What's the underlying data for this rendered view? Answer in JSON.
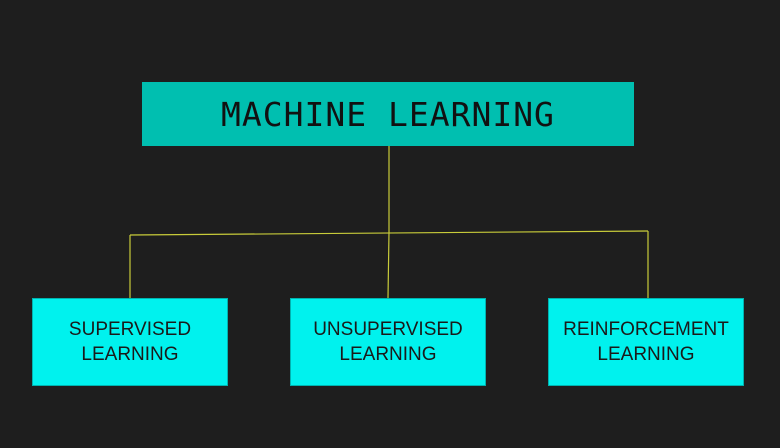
{
  "diagram": {
    "root": {
      "label": "MACHINE LEARNING",
      "color": "#00bfb0"
    },
    "children": [
      {
        "line1": "SUPERVISED",
        "line2": "LEARNING"
      },
      {
        "line1": "UNSUPERVISED",
        "line2": "LEARNING"
      },
      {
        "line1": "REINFORCEMENT",
        "line2": "LEARNING"
      }
    ],
    "child_color": "#00f2ee",
    "connector_color": "#c8cc3a",
    "background": "#1e1e1e"
  }
}
